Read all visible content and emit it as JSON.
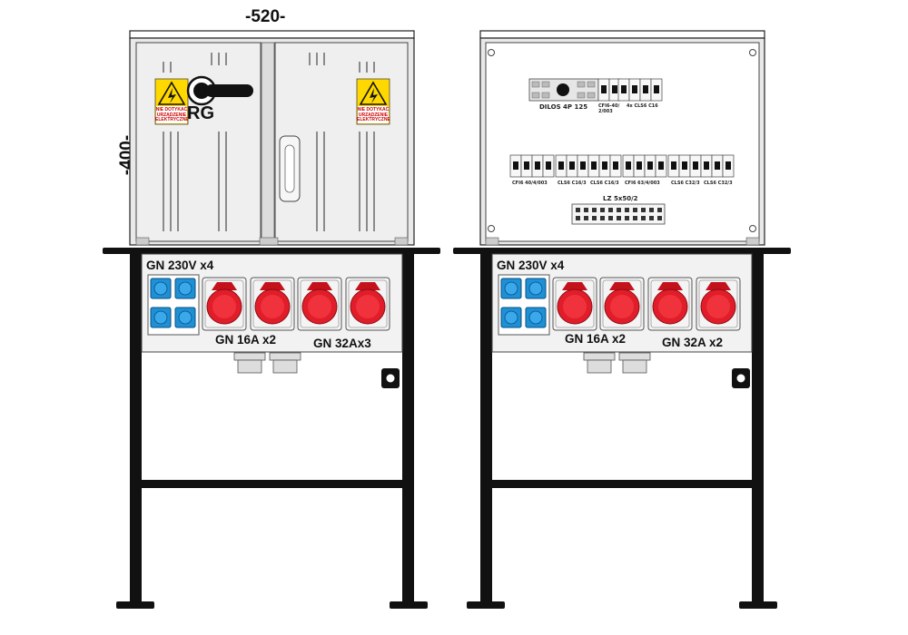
{
  "dimensions": {
    "width_label": "-520-",
    "height_label": "-400-"
  },
  "left_unit": {
    "switch_label": "RG",
    "warning_text": [
      "NIE DOTYKAĆ",
      "URZĄDZENIE",
      "ELEKTRYCZNE"
    ],
    "socket_group_230v": "GN 230V x4",
    "socket_group_16a": "GN 16A x2",
    "socket_group_32a": "GN 32Ax3"
  },
  "right_unit": {
    "breaker_labels": {
      "dilos": "DILOS 4P 125",
      "cfi_top": "CFI6-40/ 2/003",
      "cls_top": "4x CLS6 C16",
      "row2": [
        "CFI6 40/4/003",
        "CLS6 C16/3",
        "CLS6 C16/3",
        "CFI6 63/4/003",
        "CLS6 C32/3",
        "CLS6 C32/3"
      ],
      "terminal": "LZ 5x50/2"
    },
    "socket_group_230v": "GN 230V x4",
    "socket_group_16a": "GN 16A x2",
    "socket_group_32a": "GN 32A x2"
  },
  "colors": {
    "blue_socket": "#1e90d6",
    "red_socket": "#e11d2a",
    "frame": "#111111",
    "enclosure": "#ececec"
  }
}
